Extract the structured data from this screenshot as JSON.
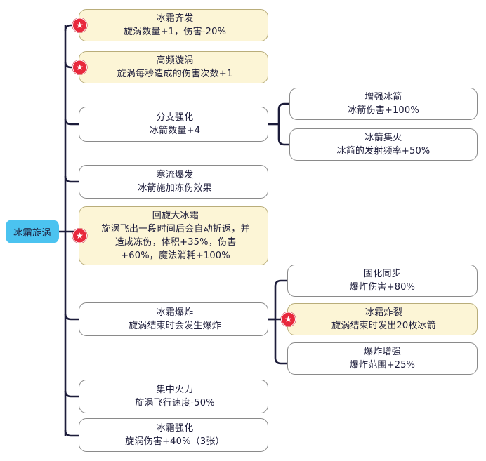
{
  "diagram": {
    "type": "skill-tree",
    "title_node": {
      "label": "冰霜旋涡",
      "color": "#4bc3f0"
    },
    "colors": {
      "highlight_fill": "#fcf5d6",
      "highlight_border": "#b9ad7a",
      "normal_fill": "#ffffff",
      "normal_border": "#8a8a8a",
      "badge": "#e8283c",
      "connector": "#1c1c3a"
    },
    "badge_icon": "star-badge-icon",
    "nodes": [
      {
        "id": "n1",
        "title": "冰霜齐发",
        "desc": "旋涡数量+1，伤害-20%",
        "highlight": true,
        "badge": true
      },
      {
        "id": "n2",
        "title": "高频漩涡",
        "desc": "旋涡每秒造成的伤害次数+1",
        "highlight": true,
        "badge": true
      },
      {
        "id": "n3",
        "title": "分支强化",
        "desc": "冰箭数量+4",
        "highlight": false,
        "badge": false
      },
      {
        "id": "n4",
        "title": "寒流爆发",
        "desc": "冰箭施加冻伤效果",
        "highlight": false,
        "badge": false
      },
      {
        "id": "n5",
        "title": "回旋大冰霜",
        "desc": "旋涡飞出一段时间后会自动折返，并造成冻伤，体积+35%，伤害+60%，魔法消耗+100%",
        "highlight": true,
        "badge": true
      },
      {
        "id": "n6",
        "title": "冰霜爆炸",
        "desc": "旋涡结束时会发生爆炸",
        "highlight": false,
        "badge": false
      },
      {
        "id": "n7",
        "title": "集中火力",
        "desc": "旋涡飞行速度-50%",
        "highlight": false,
        "badge": false
      },
      {
        "id": "n8",
        "title": "冰霜强化",
        "desc": "旋涡伤害+40%（3张）",
        "highlight": false,
        "badge": false
      },
      {
        "id": "n3a",
        "title": "增强冰箭",
        "desc": "冰箭伤害+100%",
        "highlight": false,
        "badge": false
      },
      {
        "id": "n3b",
        "title": "冰箭集火",
        "desc": "冰箭的发射频率+50%",
        "highlight": false,
        "badge": false
      },
      {
        "id": "n6a",
        "title": "固化同步",
        "desc": "爆炸伤害+80%",
        "highlight": false,
        "badge": false
      },
      {
        "id": "n6b",
        "title": "冰霜炸裂",
        "desc": "旋涡结束时发出20枚冰箭",
        "highlight": true,
        "badge": true
      },
      {
        "id": "n6c",
        "title": "爆炸增强",
        "desc": "爆炸范围+25%",
        "highlight": false,
        "badge": false
      }
    ]
  }
}
